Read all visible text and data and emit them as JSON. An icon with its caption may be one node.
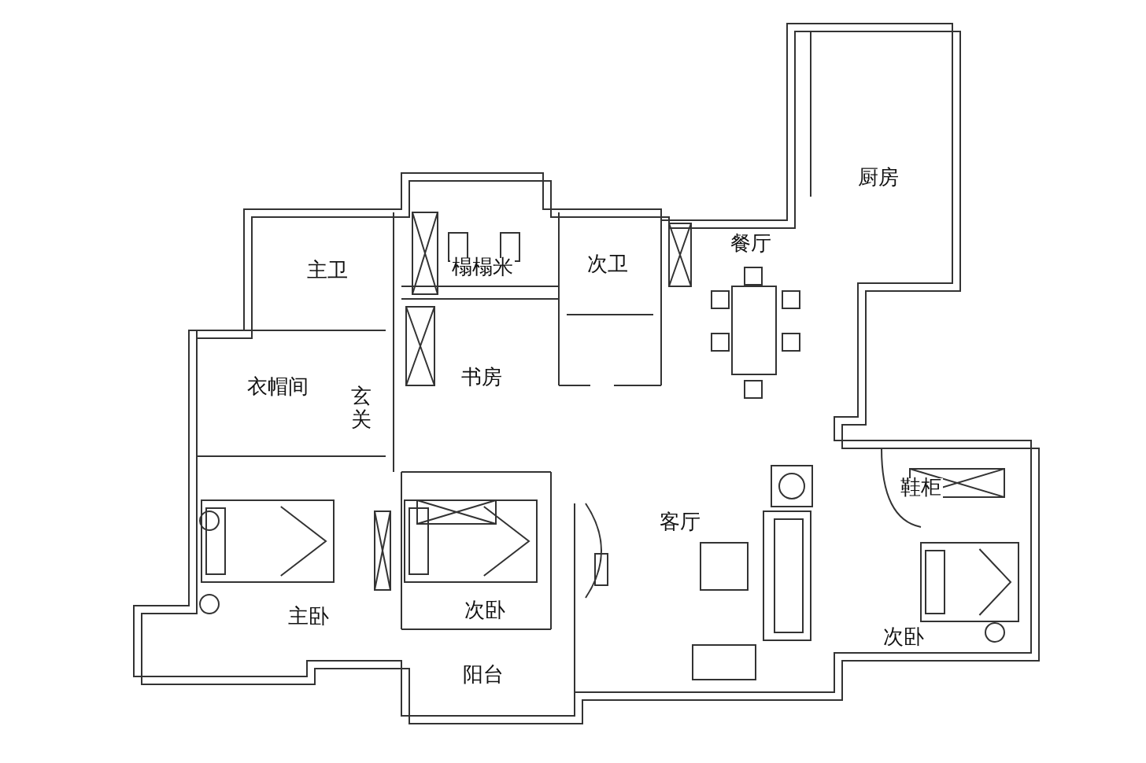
{
  "diagram": {
    "labels": [
      "厨房",
      "主卫",
      "榻榻米",
      "次卫",
      "餐厅",
      "书房",
      "衣帽间",
      "玄关",
      "客厅",
      "鞋柜",
      "次卧",
      "次卧",
      "主卧",
      "阳台"
    ]
  }
}
